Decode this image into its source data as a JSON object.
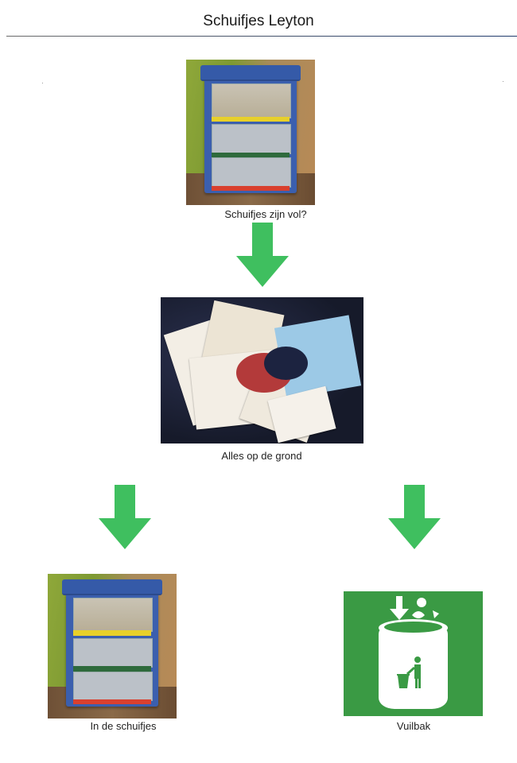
{
  "title": "Schuifjes Leyton",
  "steps": {
    "step1": {
      "caption": "Schuifjes zijn vol?"
    },
    "step2": {
      "caption": "Alles op de grond"
    },
    "left_outcome": {
      "caption": "In de schuifjes"
    },
    "right_outcome": {
      "caption": "Vuilbak"
    }
  },
  "colors": {
    "arrow": "#3fbf5f",
    "title_rule_left": "#6a6a6a",
    "title_rule_right": "#1f3a6b",
    "bin_background": "#3a9a44"
  },
  "icons": {
    "arrow": "arrow-down-icon",
    "bin": "recycle-bin-icon",
    "trash_person": "trash-person-icon"
  }
}
